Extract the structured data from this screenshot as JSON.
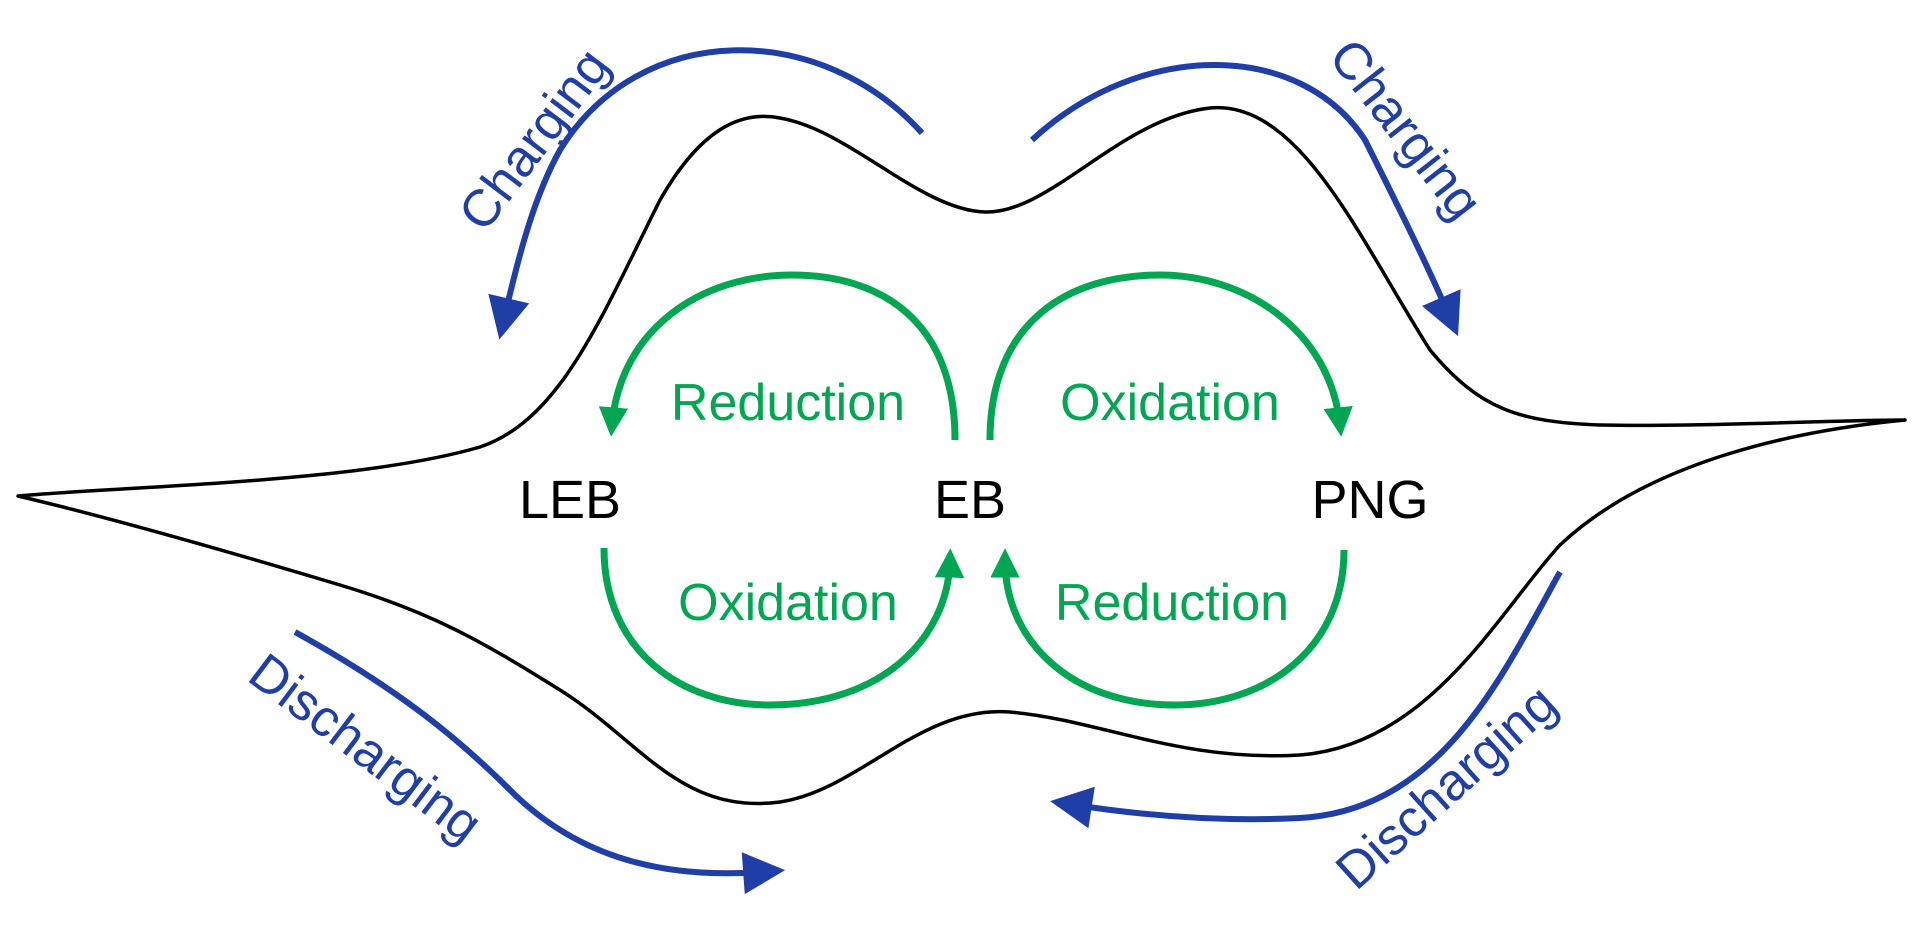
{
  "states": {
    "leb": "LEB",
    "eb": "EB",
    "png": "PNG"
  },
  "reactions": {
    "upper_left": "Reduction",
    "upper_right": "Oxidation",
    "lower_left": "Oxidation",
    "lower_right": "Reduction"
  },
  "flows": {
    "charging_left": "Charging",
    "charging_right": "Charging",
    "discharging_left": "Discharging",
    "discharging_right": "Discharging"
  },
  "colors": {
    "curve": "#000000",
    "reaction": "#00a651",
    "flow": "#1f3fa6",
    "background": "#ffffff"
  }
}
